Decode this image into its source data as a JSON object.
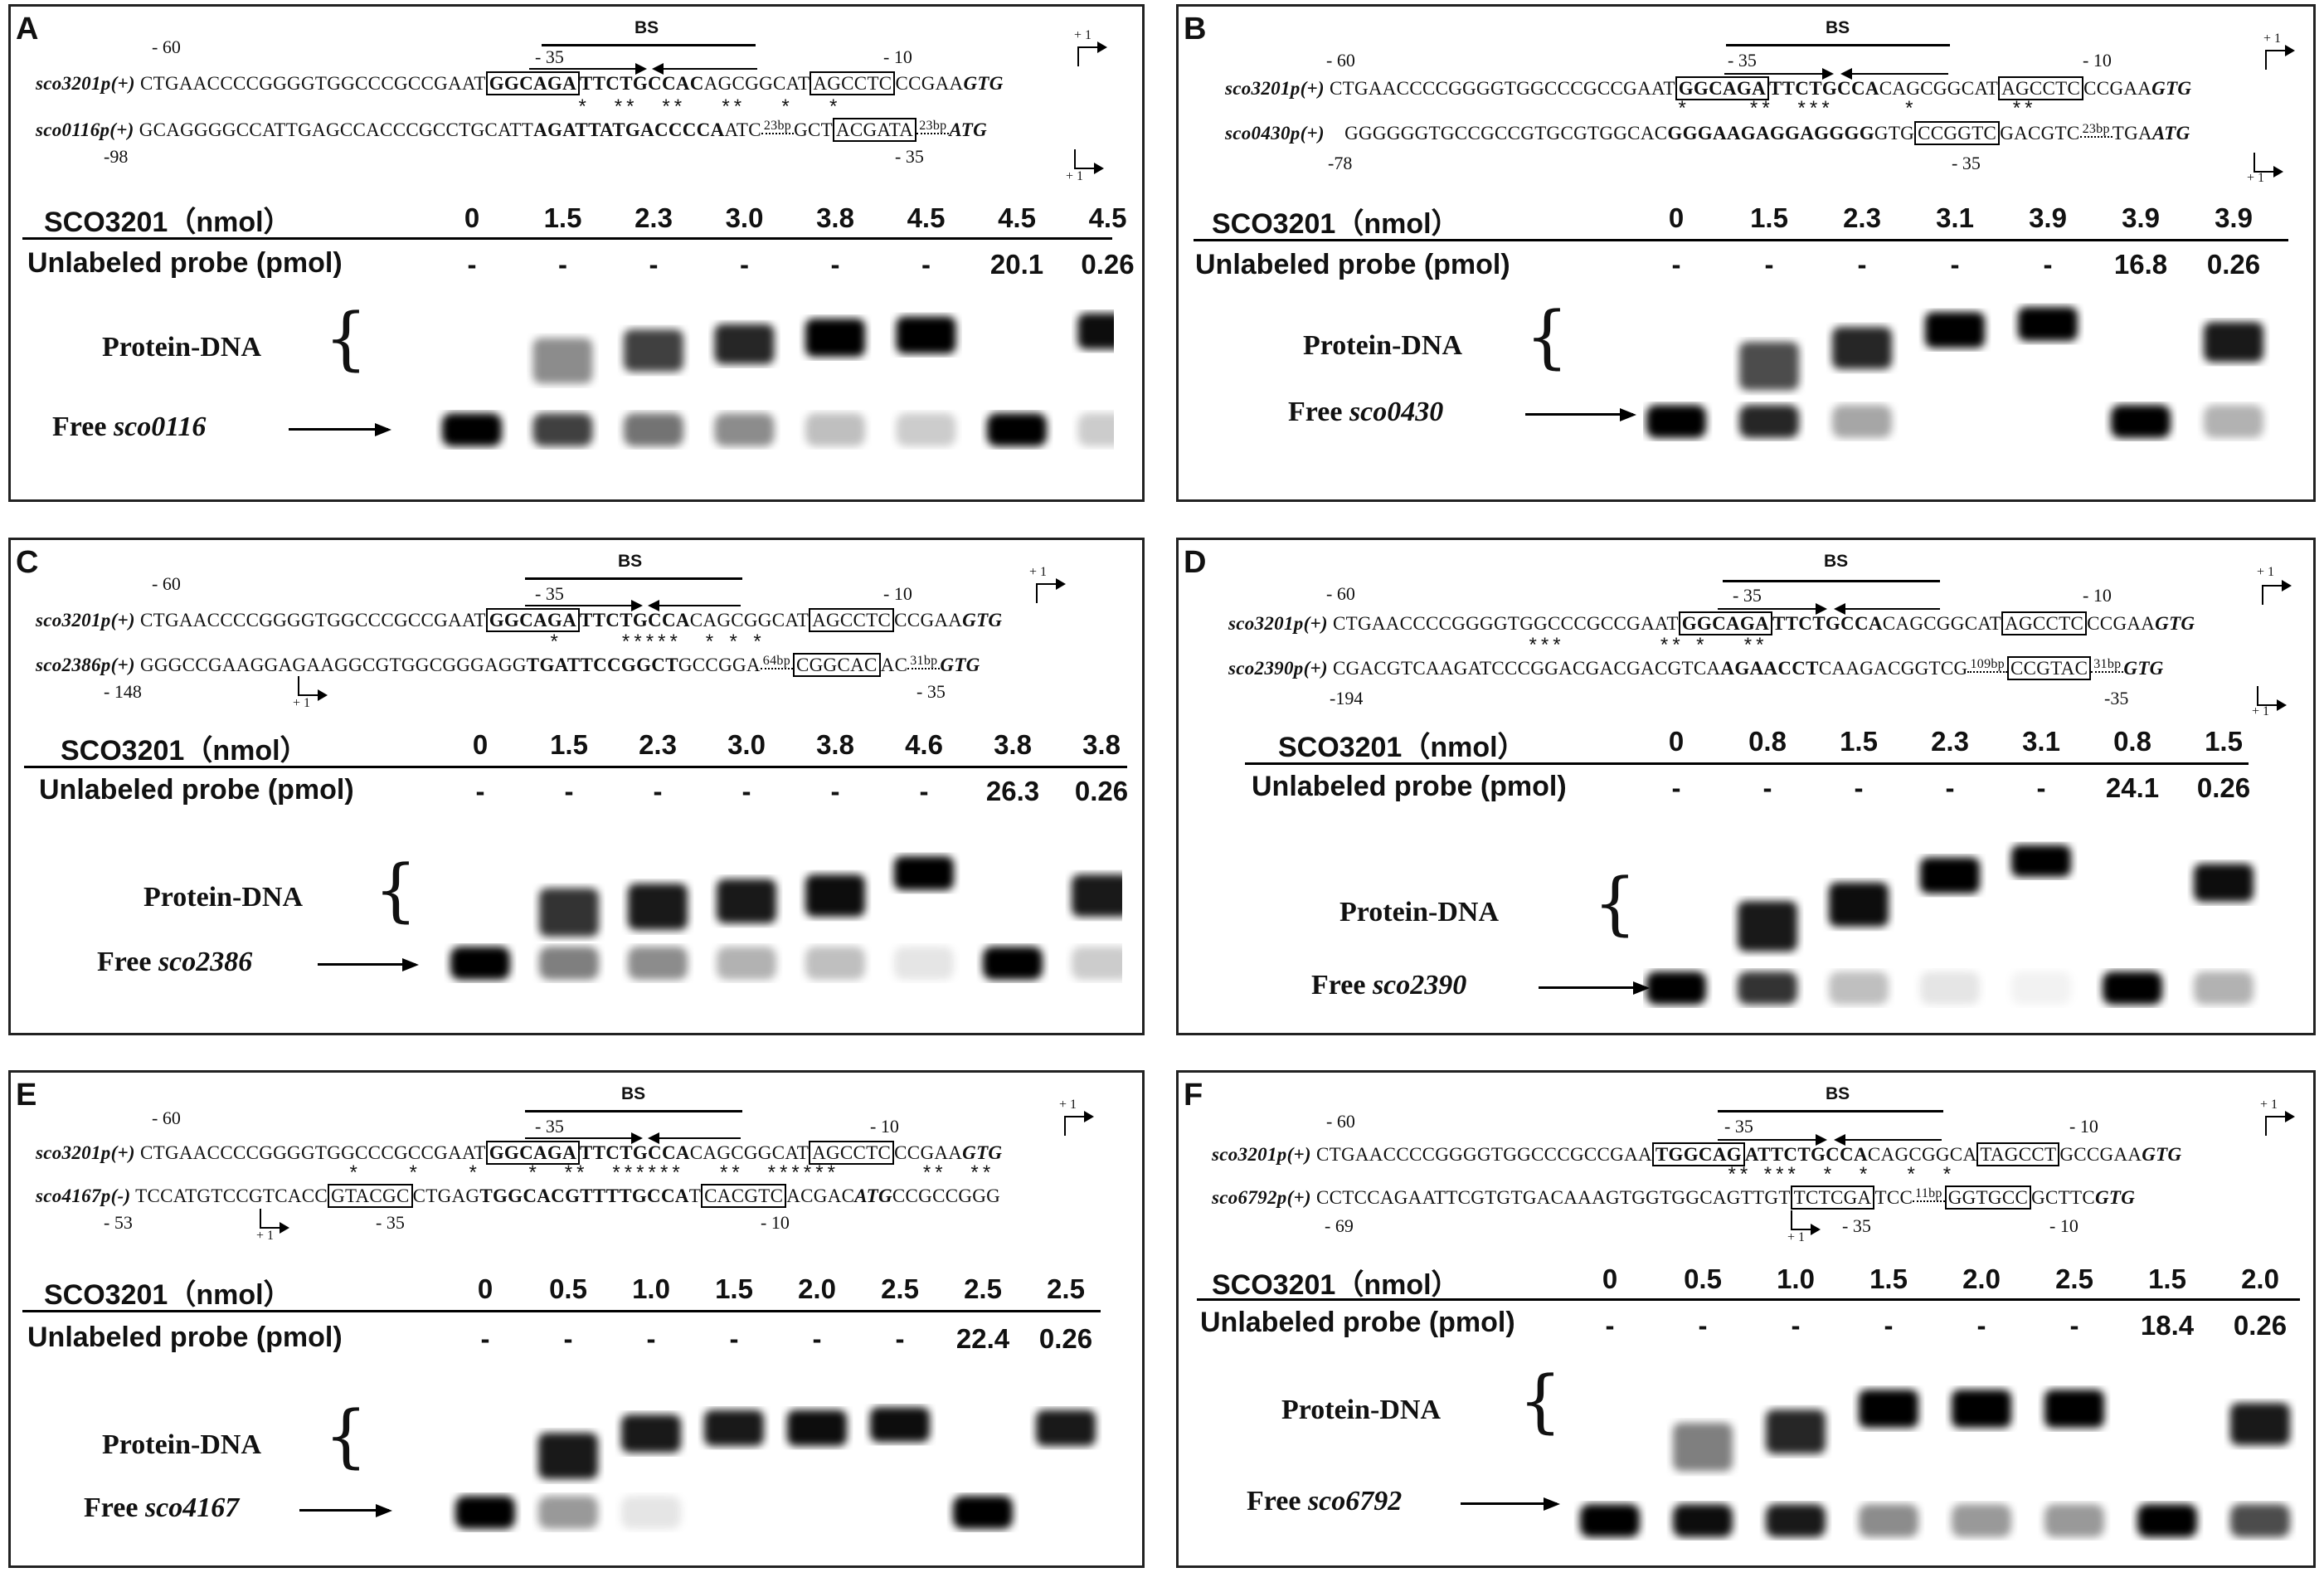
{
  "common": {
    "bs": "BS",
    "m60": "- 60",
    "m35": "- 35",
    "m10": "- 10",
    "p1": "+ 1",
    "m35b": "- 35",
    "m35c": "-35",
    "m10b": "- 10",
    "ref_name": "sco3201",
    "ref_p_plus": "p(+)",
    "ref_seq1": "CTGAACCCCGGGGTGGCCCGCCGAAT",
    "ref_box1": "GGCAGA",
    "ref_bold": "TTCTGCCA",
    "ref_seq2": "CAGCGGCAT",
    "ref_box2": "AGCCTC",
    "ref_seq3": "CCGAA",
    "gtg": "GTG",
    "atg": "ATG",
    "protein_dna": "Protein-DNA",
    "free": "Free",
    "dash": "-",
    "sco3201_label": "SCO3201（nmol）",
    "unlabeled_label": "Unlabeled probe (pmol)"
  },
  "panels": [
    {
      "letter": "A",
      "target": "sco0116",
      "target_p": "p(+)",
      "target_pos": "-98",
      "ref_pA": "p(+)",
      "ref_pos_style": "A",
      "seqA_ref_tail": "C",
      "seqA_bold_tail": "AGCGGCAT",
      "seqA_box2": "AGCCTC",
      "seqA_end": "CCGAA",
      "t_seq1": "GCAGGGGCCATTGAGCCACCCGCCTGCATT",
      "t_bold": "AGATTATGACCCCA",
      "t_seq2": "ATC",
      "t_gap1": "23bp",
      "t_seq3": "GCT",
      "t_box": "ACGATA",
      "t_gap2": "23bp",
      "stars": "*  **  **   **   *   *",
      "nmol": [
        "0",
        "1.5",
        "2.3",
        "3.0",
        "3.8",
        "4.5",
        "4.5",
        "4.5"
      ],
      "pmol": [
        "-",
        "-",
        "-",
        "-",
        "-",
        "-",
        "20.1",
        "0.26"
      ],
      "bands": {
        "complex": [
          0,
          0.45,
          0.75,
          0.85,
          1.0,
          1.0,
          0,
          0.95
        ],
        "complex_level": [
          0.5,
          0.62,
          0.7,
          0.75,
          0.8,
          0.82,
          0.5,
          0.85
        ],
        "free": [
          1.0,
          0.75,
          0.55,
          0.45,
          0.25,
          0.2,
          1.0,
          0.2
        ]
      }
    },
    {
      "letter": "B",
      "target": "sco0430",
      "target_p": "p(+)",
      "target_pos": "-78",
      "t_seq1": "GGGGGGTGCCGCCGTGCGTGGCAC",
      "t_bold": "GGGAAGAGGAGGGG",
      "t_seq2": "GTG",
      "t_box": "CCGGTC",
      "t_seq3": "GACGTC",
      "t_gap1": "23bp",
      "t_seq4": "TGA",
      "stars": "*     **  ***      *        **",
      "nmol": [
        "0",
        "1.5",
        "2.3",
        "3.1",
        "3.9",
        "3.9",
        "3.9"
      ],
      "pmol": [
        "-",
        "-",
        "-",
        "-",
        "-",
        "16.8",
        "0.26"
      ],
      "bands": {
        "complex": [
          0,
          0.7,
          0.85,
          1.0,
          1.0,
          0,
          0.9
        ],
        "complex_level": [
          0.5,
          0.55,
          0.7,
          0.85,
          0.9,
          0.5,
          0.75
        ],
        "free": [
          1.0,
          0.85,
          0.35,
          0,
          0,
          1.0,
          0.3
        ]
      }
    },
    {
      "letter": "C",
      "target": "sco2386",
      "target_p": "p(+)",
      "target_pos": "- 148",
      "t_seq1": "GGGCCGAAGGAGAAGGCGTGGCGGGAGG",
      "t_bold": "TGATTCCGGCT",
      "t_seq2": "GCCGGA",
      "t_gap1": "64bp",
      "t_box": "CGGCAC",
      "t_seq3": "AC",
      "t_gap2": "31bp",
      "stars": "*     *****  * * *",
      "nmol": [
        "0",
        "1.5",
        "2.3",
        "3.0",
        "3.8",
        "4.6",
        "3.8",
        "3.8"
      ],
      "pmol": [
        "-",
        "-",
        "-",
        "-",
        "-",
        "-",
        "26.3",
        "0.26"
      ],
      "bands": {
        "complex": [
          0,
          0.8,
          0.9,
          0.9,
          0.95,
          1.0,
          0,
          0.9
        ],
        "complex_level": [
          0.5,
          0.55,
          0.6,
          0.65,
          0.7,
          0.9,
          0.5,
          0.7
        ],
        "free": [
          1.0,
          0.5,
          0.45,
          0.3,
          0.25,
          0.1,
          1.0,
          0.2
        ]
      }
    },
    {
      "letter": "D",
      "target": "sco2390",
      "target_p": "p(+)",
      "target_pos": "-194",
      "t_seq1": "CGACGTCAAGATCCCGGACGACGACGTCA",
      "t_bold": "AGAACCT",
      "t_seq2": "CAAGACGGTCG",
      "t_gap1": "109bp",
      "t_box": "CCGTAC",
      "t_gap2": "31bp",
      "stars": "***        ** *   **",
      "nmol": [
        "0",
        "0.8",
        "1.5",
        "2.3",
        "3.1",
        "0.8",
        "1.5"
      ],
      "pmol": [
        "-",
        "-",
        "-",
        "-",
        "-",
        "24.1",
        "0.26"
      ],
      "bands": {
        "complex": [
          0,
          0.9,
          0.95,
          1.0,
          1.0,
          0,
          0.95
        ],
        "complex_level": [
          0.5,
          0.5,
          0.65,
          0.85,
          0.95,
          0.5,
          0.8
        ],
        "free": [
          1.0,
          0.8,
          0.25,
          0.1,
          0.05,
          1.0,
          0.3
        ]
      }
    },
    {
      "letter": "E",
      "target": "sco4167",
      "target_p": "p(-)",
      "target_pos": "- 53",
      "t_seq1": "TCCATGTCCGTCACC",
      "t_box": "GTACGC",
      "t_seq2": "CTGAG",
      "t_bold": "TGGCACGTTTTGCCA",
      "t_seq3": "T",
      "t_box2": "CACGTC",
      "t_seq4": "ACGAC",
      "t_atg": "ATG",
      "t_seq5": "CCGCCGGG",
      "stars": "*    *    *    *  **  ******   **  ******       **  **",
      "nmol": [
        "0",
        "0.5",
        "1.0",
        "1.5",
        "2.0",
        "2.5",
        "2.5",
        "2.5"
      ],
      "pmol": [
        "-",
        "-",
        "-",
        "-",
        "-",
        "-",
        "22.4",
        "0.26"
      ],
      "bands": {
        "complex": [
          0,
          0.9,
          0.9,
          0.9,
          0.95,
          0.95,
          0,
          0.9
        ],
        "complex_level": [
          0.5,
          0.6,
          0.8,
          0.85,
          0.85,
          0.88,
          0.5,
          0.85
        ],
        "free": [
          1.0,
          0.4,
          0.1,
          0,
          0,
          0,
          1.0,
          0
        ]
      }
    },
    {
      "letter": "F",
      "target": "sco6792",
      "target_p": "p(+)",
      "target_pos": "- 69",
      "ref_box1F": "TGGCAG",
      "ref_boldF": "ATTCTGCCA",
      "ref_box2F": "TAGCCT",
      "ref_seq1F": "CTGAACCCCGGGGTGGCCCGCCGAA",
      "ref_seq2F": "CAGCGGCA",
      "ref_seq3F": "GCCGAA",
      "t_seq1": "CCTCCAGAATTCGTGTGACAAAGTGGTGGCAGTTGT",
      "t_box": "TCTCGA",
      "t_seq2": "TCC",
      "t_gap1": "11bp",
      "t_box2": "GGTGCC",
      "t_seq3": "GCTTC",
      "stars": "** ***  *  *   *  *",
      "nmol": [
        "0",
        "0.5",
        "1.0",
        "1.5",
        "2.0",
        "2.5",
        "1.5",
        "2.0"
      ],
      "pmol": [
        "-",
        "-",
        "-",
        "-",
        "-",
        "-",
        "18.4",
        "0.26"
      ],
      "bands": {
        "complex": [
          0,
          0.5,
          0.85,
          1.0,
          1.0,
          1.0,
          0,
          0.9
        ],
        "complex_level": [
          0.5,
          0.55,
          0.65,
          0.8,
          0.8,
          0.8,
          0.5,
          0.7
        ],
        "free": [
          1.0,
          0.95,
          0.9,
          0.45,
          0.4,
          0.4,
          1.0,
          0.7
        ]
      }
    }
  ]
}
